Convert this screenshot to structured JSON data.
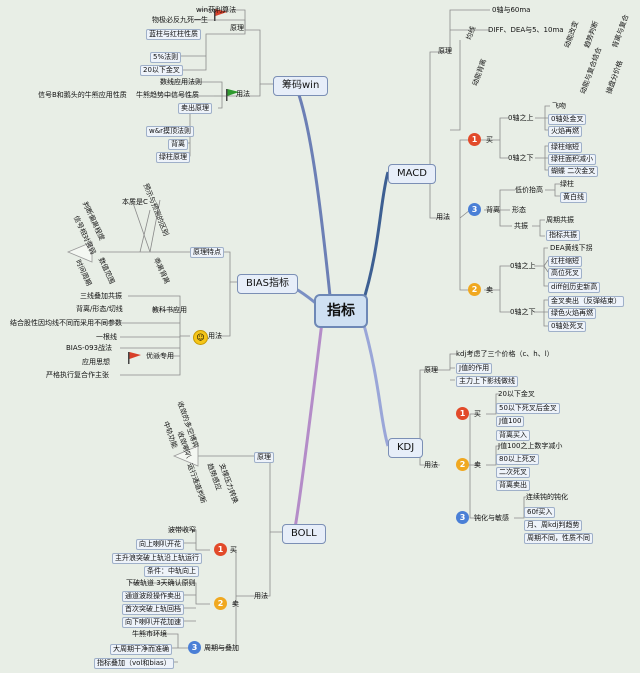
{
  "center": "指标",
  "chouma": {
    "title": "筹码win",
    "yuanli": "原理",
    "win": "win获利算法",
    "sibei": "物极必反九死一生",
    "hongzhu": "蓝柱与红柱性质",
    "fivepct": "5%法则",
    "twenty": "20以下金叉",
    "yongfa": "用法",
    "shuxian": "数线应用法则",
    "niushi": "牛熊趋势中信号性质",
    "xinhao": "信号B和鹅头的牛熊应用性质",
    "maichu": "卖出原理",
    "wr": "w&r摸顶法则",
    "beili": "背离",
    "luzhu": "绿柱原理"
  },
  "bias": {
    "title": "BIAS指标",
    "yuanli": "原理特点",
    "benzhi": "本质是C",
    "r1": "预示与预测的区别",
    "r2": "判断偏离程度",
    "r3": "信号相对强弱",
    "r4": "数值范围",
    "r5": "时间周期",
    "r6": "乖离背离",
    "yongfa": "用法",
    "jiaoke": "教科书应用",
    "sanxian": "三线叠加共振",
    "beili": "背离/形态/切线",
    "jiehe": "结合股性因均线不同而采用不同参数",
    "youpai": "优派专用",
    "yigen": "一根线",
    "bias093": "BIAS-093战法",
    "sixiang": "应用思想",
    "yange": "严格执行复合作主张"
  },
  "boll": {
    "title": "BOLL",
    "yuanli": "原理",
    "r1": "收敛的多空博弈",
    "r2": "收敛喇叭",
    "r3": "中轨功能",
    "r4": "支撑压力转换",
    "r5": "趋势感应",
    "r6": "运行通道判断",
    "yongfa": "用法",
    "mai": "买",
    "m1": "波带收窄",
    "m2": "向上喇叭开花",
    "m3": "主升浪突破上轨沿上轨运行",
    "m4": "条件：中轨向上",
    "mai2": "卖",
    "s1": "下破轨道 3天确认原则",
    "s2": "通道波段操作卖出",
    "s3": "首次突破上轨回档",
    "s4": "向下喇叭开花加速",
    "zhouqi": "周期与叠加",
    "z1": "牛熊市环境",
    "z2": "大周期干净而准确",
    "z3": "指标叠加（vol和bias）"
  },
  "macd": {
    "title": "MACD",
    "yuanli": "原理",
    "r1": "均线",
    "r1a": "0轴与60ma",
    "r1b": "DIFF、DEA与5、10ma",
    "r2": "动能改变",
    "r3": "趋势判断",
    "r4": "背离与复合",
    "r5": "动能背离",
    "r6": "动能与复合结合",
    "r7": "操盘分价格",
    "yongfa": "用法",
    "mai": "买",
    "above": "0轴之上",
    "a1": "飞吻",
    "a2": "0轴处金叉",
    "a3": "火焰再燃",
    "below": "0轴之下",
    "b1": "绿柱缩短",
    "b2": "绿柱面积减小",
    "b3": "蝴蝶 二次金叉",
    "beili": "背离",
    "dijia": "低价抬高",
    "d1": "绿柱",
    "d2": "黄白线",
    "xingtai": "形态",
    "gongzhen": "共振",
    "g1": "周期共振",
    "g2": "指标共振",
    "maichu": "卖",
    "sabove": "0轴之上",
    "sa0": "DEA黄线下拐",
    "sa1": "红柱缩短",
    "sa2": "高位死叉",
    "sa3": "diff创历史新高",
    "sbelow": "0轴之下",
    "sb1": "金叉卖出（反弹结束）",
    "sb2": "绿色火焰再燃",
    "sb3": "0轴处死叉"
  },
  "kdj": {
    "title": "KDJ",
    "yuanli": "原理",
    "r1": "kdj考虑了三个价格（c、h、l）",
    "r2": "J值的作用",
    "r3": "主力上下影线做线",
    "yongfa": "用法",
    "mai": "买",
    "m1": "20以下金叉",
    "m2": "50以下死叉后金叉",
    "m3": "J值100",
    "m4": "背离买入",
    "mai2": "卖",
    "s1": "J值100之上数字减小",
    "s2": "80以上死叉",
    "s3": "二次死叉",
    "s4": "背离卖出",
    "dun": "钝化与敏感",
    "d1": "连续钝的钝化",
    "d2": "60f买入",
    "d3": "月、周kdj判趋势",
    "d4": "周期不同，性质不同"
  },
  "colors": {
    "bias": "#7a8fc4",
    "boll": "#b48cc8",
    "macd": "#3d5f92",
    "kdj": "#9aa6d8",
    "chouma": "#5577aa"
  }
}
